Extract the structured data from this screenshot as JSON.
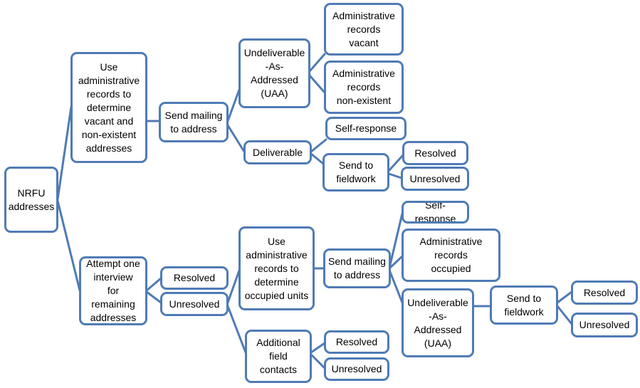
{
  "colors": {
    "box_border": "#4f7bb5",
    "connector": "#4f7bb5",
    "background": "#ffffff"
  },
  "nodes": {
    "root": "NRFU\naddresses",
    "use_admin_records": "Use\nadministrative\nrecords to\ndetermine\nvacant and\nnon-existent\naddresses",
    "send_mailing_1": "Send mailing\nto address",
    "uaa_1": "Undeliverable\n-As-\nAddressed\n(UAA)",
    "admin_vacant": "Administrative\nrecords\nvacant",
    "admin_nonexistent": "Administrative\nrecords\nnon-existent",
    "deliverable": "Deliverable",
    "self_response_1": "Self-response",
    "send_fieldwork_1": "Send to\nfieldwork",
    "resolved_1": "Resolved",
    "unresolved_1": "Unresolved",
    "attempt_interview": "Attempt one\ninterview\nfor\nremaining\naddresses",
    "resolved_2": "Resolved",
    "unresolved_2": "Unresolved",
    "use_admin_occupied": "Use\nadministrative\nrecords to\ndetermine\noccupied units",
    "send_mailing_2": "Send mailing\nto address",
    "self_response_2": "Self-response",
    "admin_occupied": "Administrative\nrecords\noccupied",
    "uaa_2": "Undeliverable\n-As-\nAddressed\n(UAA)",
    "send_fieldwork_2": "Send to\nfieldwork",
    "resolved_3": "Resolved",
    "unresolved_3": "Unresolved",
    "additional_contacts": "Additional\nfield\ncontacts",
    "resolved_4": "Resolved",
    "unresolved_4": "Unresolved"
  }
}
